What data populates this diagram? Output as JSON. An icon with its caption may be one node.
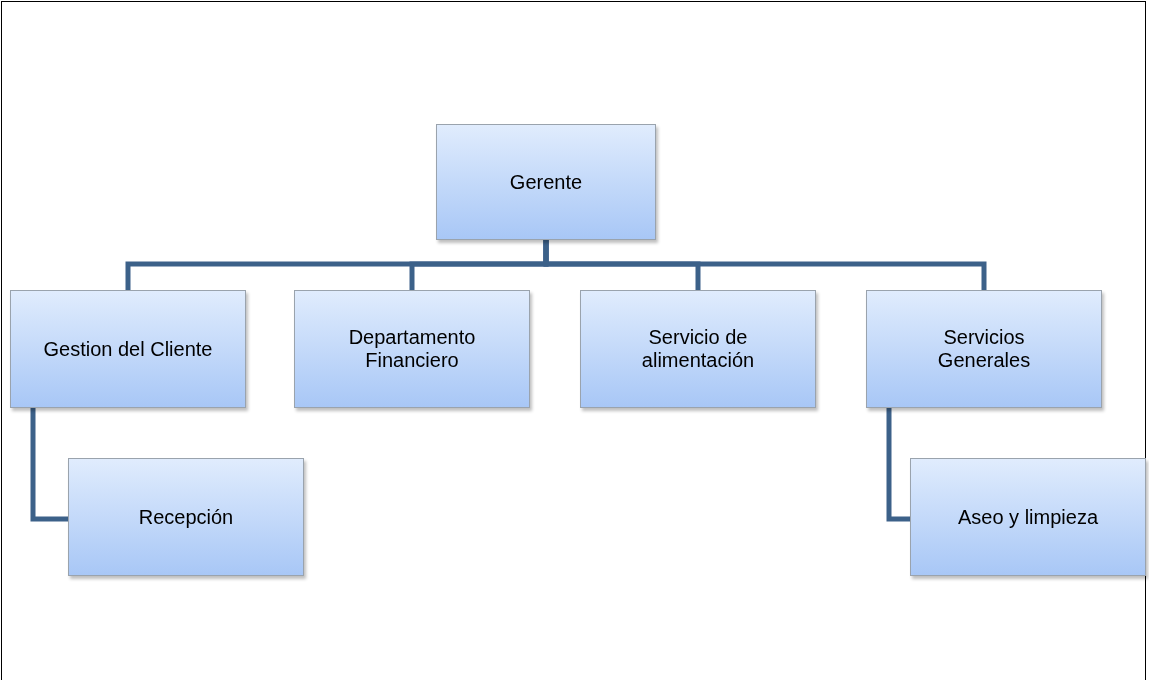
{
  "diagram": {
    "nodes": [
      {
        "text": [
          "Gerente"
        ]
      },
      {
        "text": [
          "Gestion del Cliente"
        ]
      },
      {
        "text": [
          "Departamento Financiero"
        ]
      },
      {
        "text": [
          "Servicio de alimentación"
        ]
      },
      {
        "text": [
          "Servicios Generales"
        ]
      },
      {
        "text": [
          "Recepción"
        ]
      },
      {
        "text": [
          "Aseo y limpieza"
        ]
      }
    ],
    "edges": [
      {
        "from": 0,
        "to": 1,
        "arrow": "none"
      },
      {
        "from": 0,
        "to": 2,
        "arrow": "none"
      },
      {
        "from": 0,
        "to": 3,
        "arrow": "none"
      },
      {
        "from": 0,
        "to": 4,
        "arrow": "none"
      },
      {
        "from": 1,
        "to": 5,
        "arrow": "none"
      },
      {
        "from": 4,
        "to": 6,
        "arrow": "none"
      }
    ]
  }
}
